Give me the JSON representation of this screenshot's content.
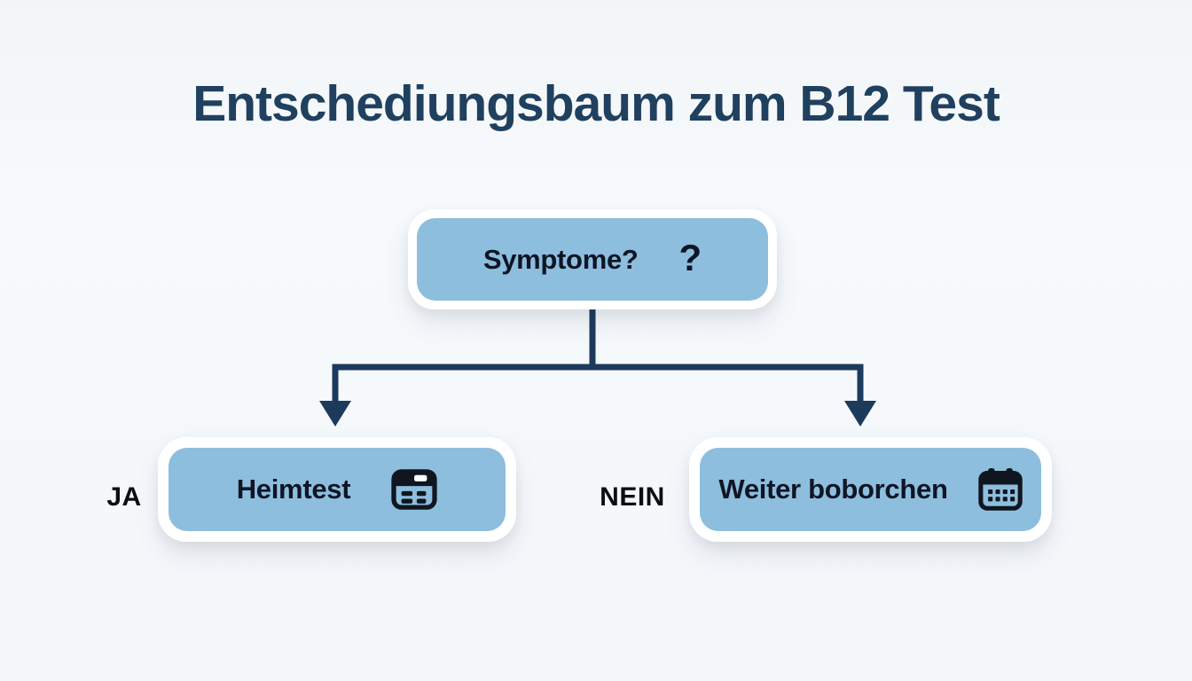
{
  "title": "Entschediungsbaum zum B12 Test",
  "nodes": {
    "root": {
      "label": "Symptome?",
      "glyph": "?",
      "icon": "question-mark-icon"
    },
    "yes": {
      "label": "Heimtest",
      "icon": "test-card-icon"
    },
    "no": {
      "label": "Weiter boborchen",
      "icon": "calendar-icon"
    }
  },
  "branch_labels": {
    "yes": "JA",
    "no": "NEIN"
  },
  "colors": {
    "title": "#20405f",
    "node_fill": "#8dbede",
    "node_text": "#0e1525",
    "connector": "#1c3a5c",
    "background": "#f5f8fb"
  }
}
